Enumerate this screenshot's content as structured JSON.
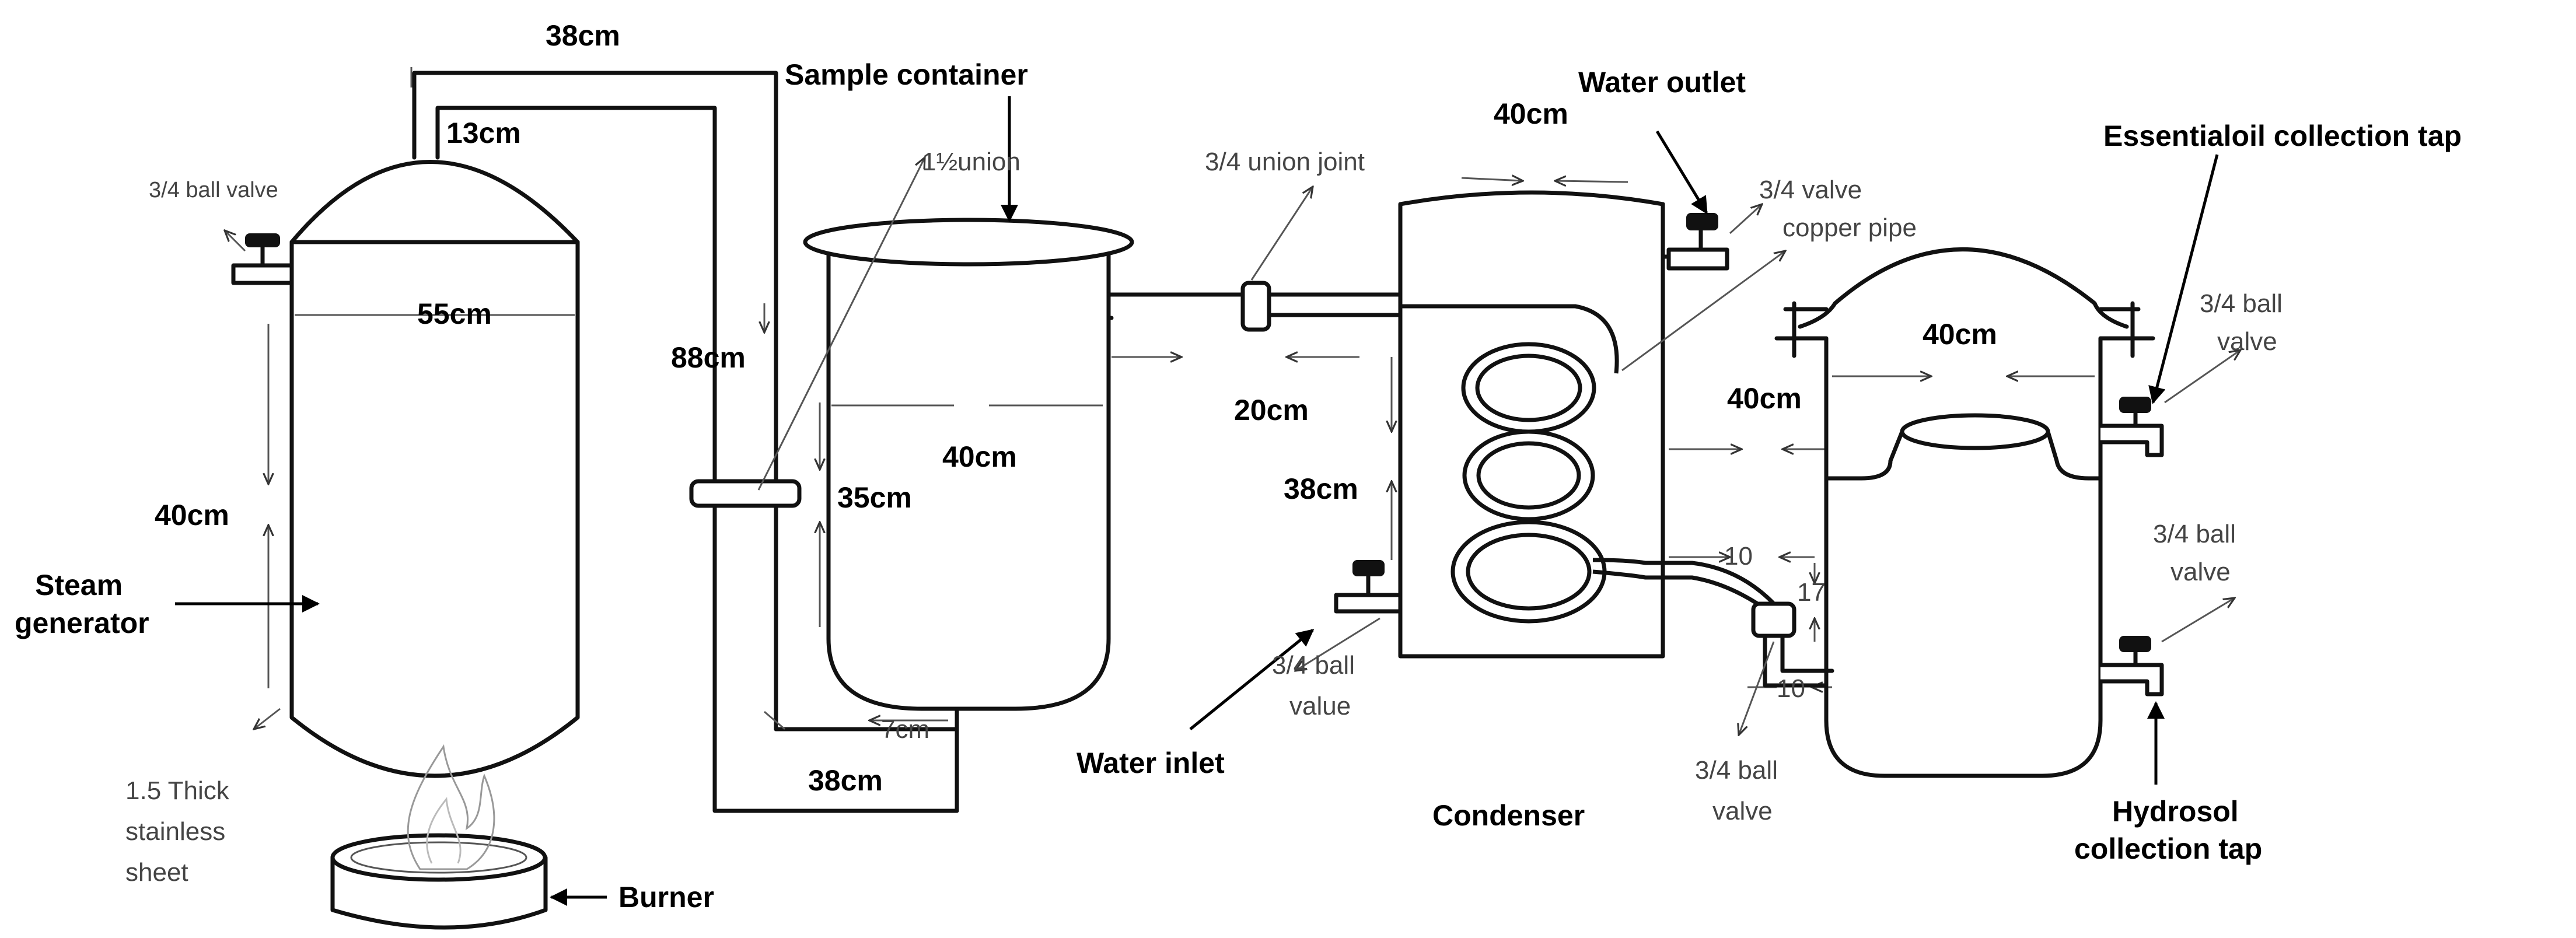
{
  "labels": {
    "top_pipe_38": "38cm",
    "sample_container": "Sample container",
    "water_outlet": "Water outlet",
    "essential_oil_tap": "Essentialoil collection tap",
    "d_13": "13cm",
    "union_1half": "1½union",
    "union_joint": "3/4 union joint",
    "cond_40_top": "40cm",
    "valve_copper_1": "3/4 valve",
    "valve_copper_2": "copper pipe",
    "ball_valve_left": "3/4 ball valve",
    "gen_55": "55cm",
    "d_88": "88cm",
    "d_20": "20cm",
    "sep_40_top": "40cm",
    "sep_40_side": "40cm",
    "ball_valve_oil_1": "3/4 ball",
    "ball_valve_oil_2": "valve",
    "sample_40": "40cm",
    "sample_35": "35cm",
    "gen_40": "40cm",
    "cond_38": "38cm",
    "steam_gen_1": "Steam",
    "steam_gen_2": "generator",
    "d_10_top": "10",
    "d_17": "17",
    "ball_valve_hyd_1": "3/4 ball",
    "ball_valve_hyd_2": "valve",
    "ball_value_inlet_1": "3/4 ball",
    "ball_value_inlet_2": "value",
    "d_10_bottom": "10",
    "d_7": "7cm",
    "bottom_pipe_38": "38cm",
    "water_inlet": "Water inlet",
    "thick_1": "1.5 Thick",
    "thick_2": "stainless",
    "thick_3": "sheet",
    "ball_valve_bottom_1": "3/4 ball",
    "ball_valve_bottom_2": "valve",
    "condenser": "Condenser",
    "hydrosol_1": "Hydrosol",
    "hydrosol_2": "collection tap",
    "burner": "Burner"
  }
}
